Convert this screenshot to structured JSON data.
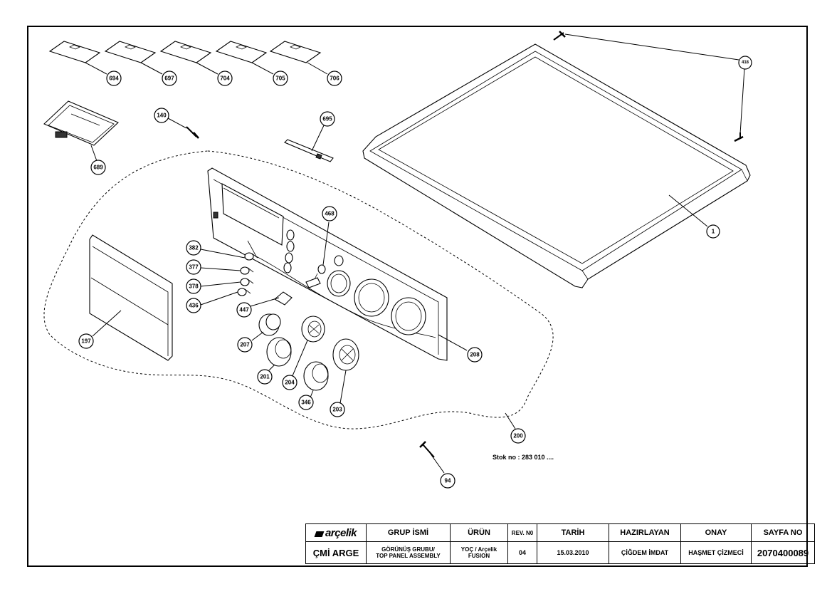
{
  "callouts": {
    "c694": "694",
    "c697": "697",
    "c704": "704",
    "c705": "705",
    "c706": "706",
    "c689": "689",
    "c140": "140",
    "c695": "695",
    "c418": "418",
    "c1": "1",
    "c468": "468",
    "c382": "382",
    "c377": "377",
    "c378": "378",
    "c436": "436",
    "c447": "447",
    "c197": "197",
    "c207": "207",
    "c201": "201",
    "c204": "204",
    "c346": "346",
    "c203": "203",
    "c208": "208",
    "c200": "200",
    "c94": "94"
  },
  "stock_note": "Stok no : 283 010 ....",
  "title_block": {
    "brand": "arçelik",
    "headers": {
      "group_name": "GRUP İSMİ",
      "product": "ÜRÜN",
      "rev_no": "REV. N0",
      "date": "TARİH",
      "prepared_by": "HAZIRLAYAN",
      "approval": "ONAY",
      "page_no": "SAYFA NO"
    },
    "values": {
      "department": "ÇMİ ARGE",
      "group_name_line1": "GÖRÜNÜŞ GRUBU/",
      "group_name_line2": "TOP PANEL ASSEMBLY",
      "product_line1": "YOÇ / Arçelik",
      "product_line2": "FUSION",
      "rev_no": "04",
      "date": "15.03.2010",
      "prepared_by": "ÇİĞDEM İMDAT",
      "approval": "HAŞMET ÇİZMECİ",
      "page_no": "2070400089"
    }
  }
}
